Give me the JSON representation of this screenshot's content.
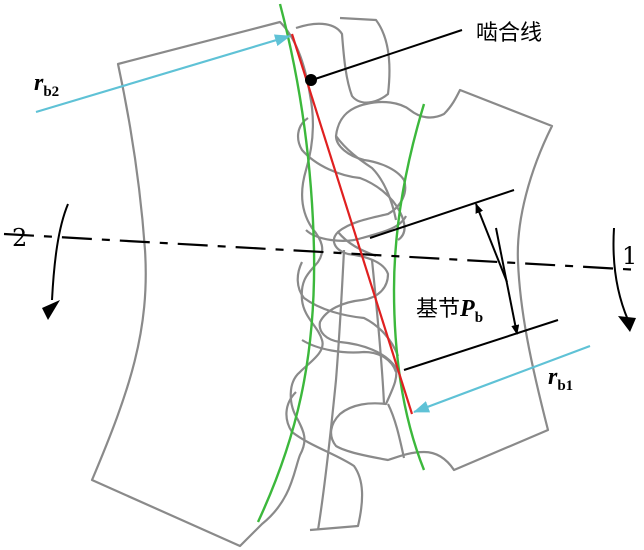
{
  "labels": {
    "line_of_action": "啮合线",
    "base_pitch_prefix": "基节",
    "base_pitch_symbol": "P",
    "base_pitch_sub": "b",
    "rb2_symbol": "r",
    "rb2_sub": "b2",
    "rb1_symbol": "r",
    "rb1_sub": "b1",
    "gear_2": "2",
    "gear_1": "1"
  },
  "colors": {
    "gear_outline": "#8a8a8a",
    "base_circle": "#3cb83c",
    "line_of_action": "#e02020",
    "radius_arrow": "#5fc2d6",
    "annotation": "#000000"
  },
  "icons": {
    "rotation_arrow_left": "curved-arrow-down-icon",
    "rotation_arrow_right": "curved-arrow-down-icon"
  }
}
